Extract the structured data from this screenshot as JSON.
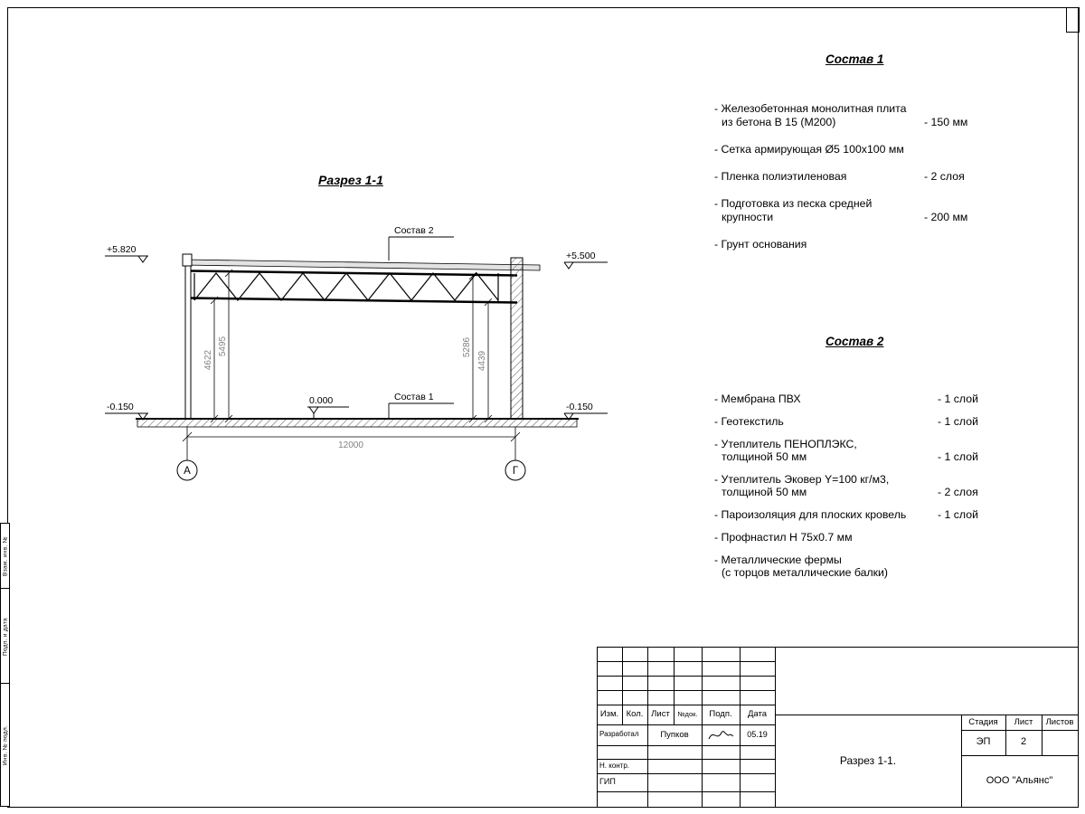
{
  "drawing": {
    "title": "Разрез 1-1",
    "elev_top_left": "+5.820",
    "elev_top_right": "+5.500",
    "elev_bottom_left": "-0.150",
    "elev_bottom_right": "-0.150",
    "elev_floor": "0.000",
    "label_sostav2": "Состав 2",
    "label_sostav1": "Состав 1",
    "dim_4622": "4622",
    "dim_5495": "5495",
    "dim_5286": "5286",
    "dim_4439": "4439",
    "dim_span": "12000",
    "axis_left": "А",
    "axis_right": "Г",
    "dim_text_color": "#828282"
  },
  "spec1": {
    "title": "Состав 1",
    "items": [
      {
        "line1": "- Железобетонная  монолитная плита",
        "line2": "из бетона В 15 (М200)",
        "value": "- 150 мм"
      },
      {
        "line1": "- Сетка армирующая Ø5 100x100 мм",
        "value": ""
      },
      {
        "line1": "- Пленка полиэтиленовая",
        "value": "- 2 слоя"
      },
      {
        "line1": "- Подготовка из песка средней",
        "line2": "крупности",
        "value": "- 200 мм"
      },
      {
        "line1": "- Грунт основания",
        "value": ""
      }
    ]
  },
  "spec2": {
    "title": "Состав 2",
    "items": [
      {
        "line1": "- Мембрана ПВХ",
        "value": "- 1 слой"
      },
      {
        "line1": "- Геотекстиль",
        "value": "- 1 слой"
      },
      {
        "line1": "- Утеплитель ПЕНОПЛЭКС,",
        "line2": "толщиной 50 мм",
        "value": "- 1 слой"
      },
      {
        "line1": "- Утеплитель Эковер Y=100 кг/м3,",
        "line2": "толщиной 50 мм",
        "value": "- 2 слоя"
      },
      {
        "line1": "- Пароизоляция для плоских кровель",
        "value": "- 1 слой"
      },
      {
        "line1": "- Профнастил Н 75x0.7 мм",
        "value": ""
      },
      {
        "line1": "- Металлические фермы",
        "line2": "(с торцов металлические балки)",
        "value": ""
      }
    ]
  },
  "titleblock": {
    "col_izm": "Изм.",
    "col_kol": "Кол.",
    "col_list": "Лист",
    "col_ndok": "№док.",
    "col_podp": "Подп.",
    "col_data": "Дата",
    "row_developer_role": "Разработал",
    "row_developer_name": "Пупков",
    "row_developer_date": "05.19",
    "row_ncontr": "Н. контр.",
    "row_gip": "ГИП",
    "doc_name": "Разрез 1-1.",
    "company": "ООО \"Альянс\"",
    "stage_label": "Стадия",
    "sheet_label": "Лист",
    "sheets_label": "Листов",
    "stage_value": "ЭП",
    "sheet_value": "2",
    "sheets_value": ""
  },
  "side_stamps": {
    "s1": "Взам. инв. №",
    "s2": "Подп. и дата",
    "s3": "Инв. № подл."
  }
}
